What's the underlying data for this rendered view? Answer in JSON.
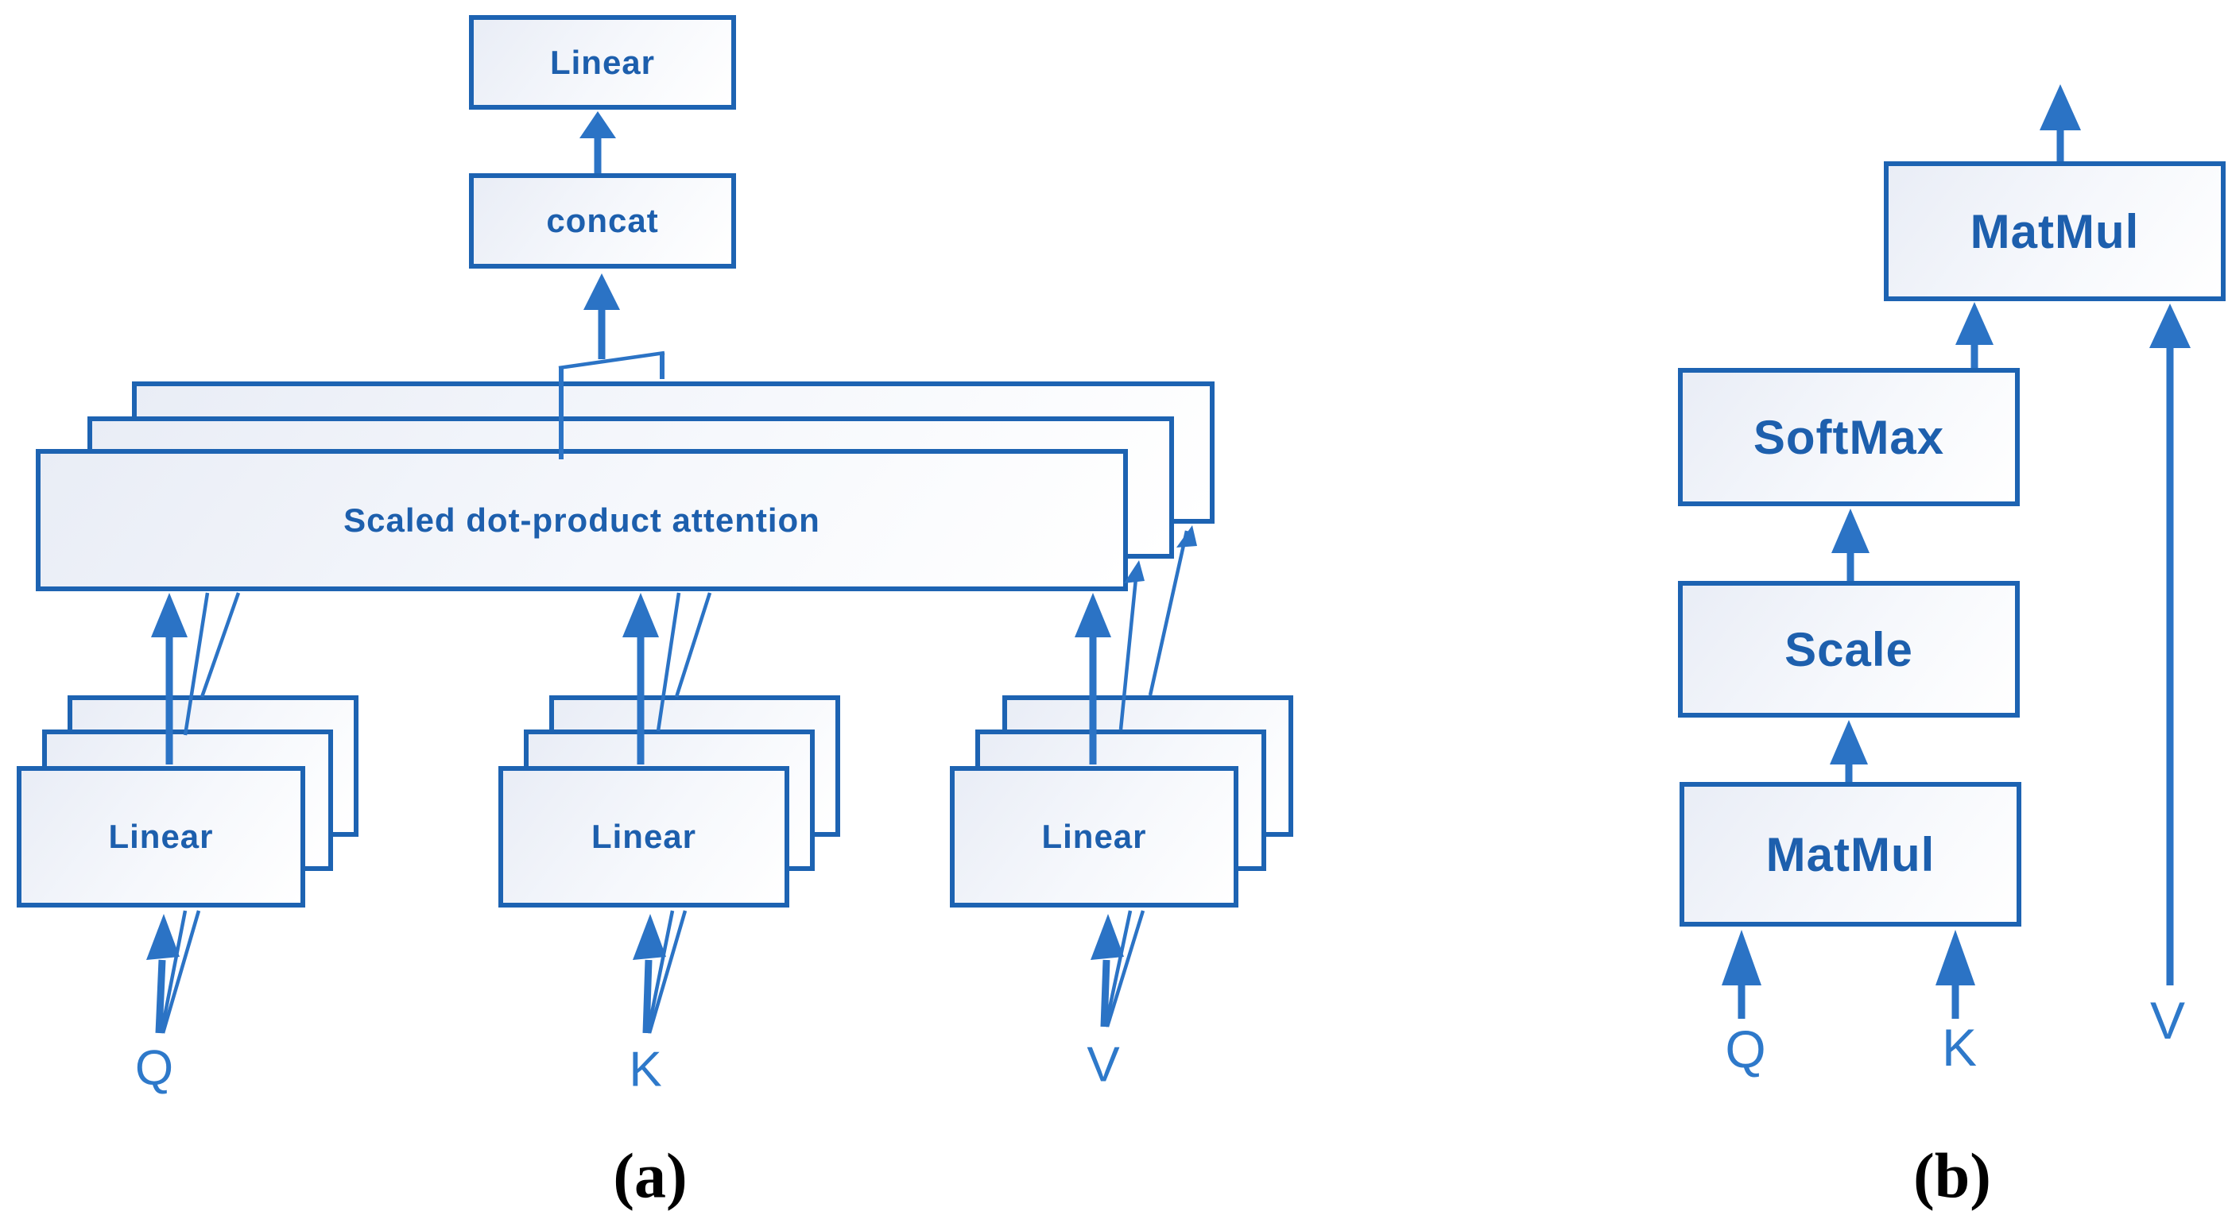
{
  "panel_a": {
    "caption": "(a)",
    "boxes": {
      "linear_top": "Linear",
      "concat": "concat",
      "attention": "Scaled dot-product attention",
      "linear_q": "Linear",
      "linear_k": "Linear",
      "linear_v": "Linear"
    },
    "inputs": {
      "q": "Q",
      "k": "K",
      "v": "V"
    }
  },
  "panel_b": {
    "caption": "(b)",
    "boxes": {
      "matmul_top": "MatMul",
      "softmax": "SoftMax",
      "scale": "Scale",
      "matmul_bottom": "MatMul"
    },
    "inputs": {
      "q": "Q",
      "k": "K",
      "v": "V"
    }
  },
  "colors": {
    "line": "#1d63b2",
    "arrow": "#2b73c5",
    "box_text": "#1d5fad",
    "input_text": "#2e79ca",
    "caption": "#000000"
  }
}
